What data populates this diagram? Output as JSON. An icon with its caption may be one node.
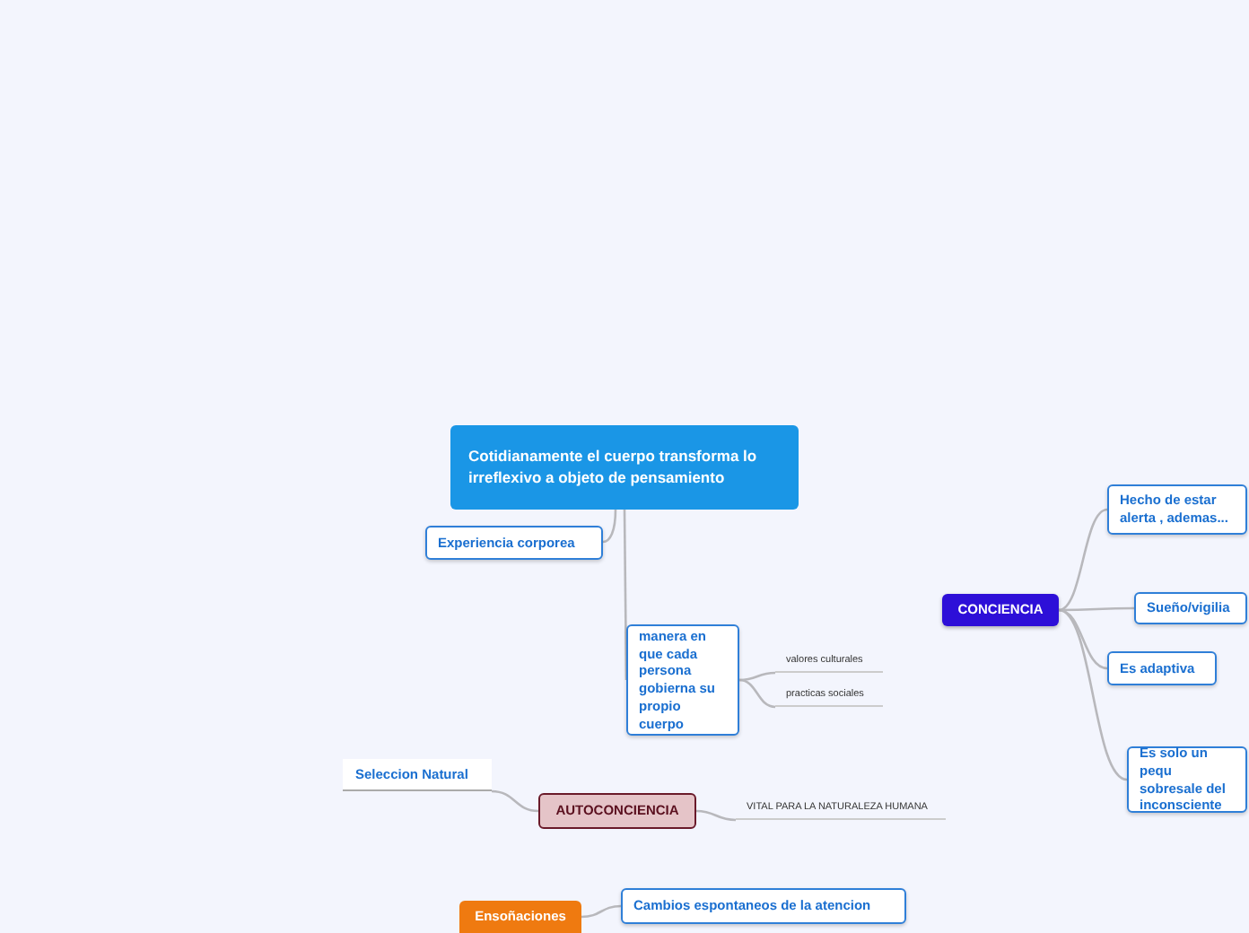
{
  "diagram": {
    "nodes": [
      {
        "text": [
          "Cotidianamente el cuerpo transforma lo irreflexivo a objeto de pensamiento"
        ]
      },
      {
        "text": [
          "Experiencia corporea"
        ]
      },
      {
        "text": [
          "manera en que cada persona gobierna su propio cuerpo"
        ]
      },
      {
        "text": [
          "valores culturales"
        ]
      },
      {
        "text": [
          "practicas sociales"
        ]
      },
      {
        "text": [
          "CONCIENCIA"
        ]
      },
      {
        "text": [
          "Hecho de estar alerta , ademas..."
        ]
      },
      {
        "text": [
          "Sueño/vigilia"
        ]
      },
      {
        "text": [
          "Es adaptiva"
        ]
      },
      {
        "text": [
          "Es solo un pequ sobresale del inconsciente"
        ]
      },
      {
        "text": [
          "Seleccion Natural"
        ]
      },
      {
        "text": [
          "AUTOCONCIENCIA"
        ]
      },
      {
        "text": [
          "VITAL PARA LA NATURALEZA HUMANA"
        ]
      },
      {
        "text": [
          "Cambios espontaneos de la atencion"
        ]
      },
      {
        "text": [
          "Ensoñaciones"
        ]
      }
    ],
    "edges": [
      {
        "from": 0,
        "to": 1,
        "arrow": "none"
      },
      {
        "from": 0,
        "to": 2,
        "arrow": "none"
      },
      {
        "from": 2,
        "to": 3,
        "arrow": "none"
      },
      {
        "from": 2,
        "to": 4,
        "arrow": "none"
      },
      {
        "from": 5,
        "to": 6,
        "arrow": "none"
      },
      {
        "from": 5,
        "to": 7,
        "arrow": "none"
      },
      {
        "from": 5,
        "to": 8,
        "arrow": "none"
      },
      {
        "from": 5,
        "to": 9,
        "arrow": "none"
      },
      {
        "from": 11,
        "to": 10,
        "arrow": "none"
      },
      {
        "from": 11,
        "to": 12,
        "arrow": "none"
      },
      {
        "from": 14,
        "to": 13,
        "arrow": "none"
      }
    ]
  }
}
